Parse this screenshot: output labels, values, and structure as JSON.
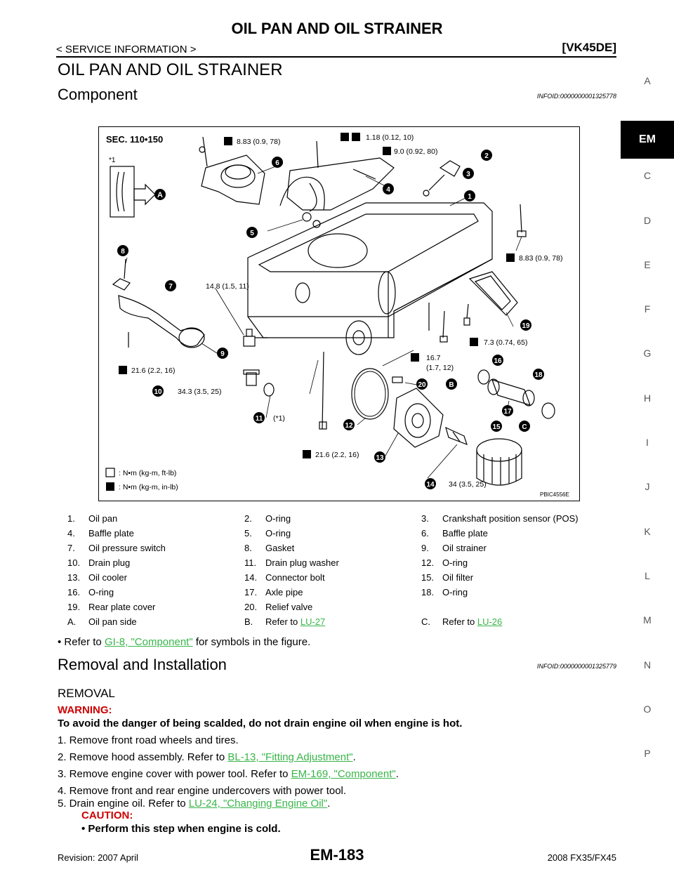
{
  "header": {
    "title": "OIL PAN AND OIL STRAINER",
    "section": "< SERVICE INFORMATION >",
    "engine": "[VK45DE]"
  },
  "page_heading": "OIL PAN AND OIL STRAINER",
  "component": {
    "heading": "Component",
    "infoid": "INFOID:0000000001325778"
  },
  "side_index": [
    "A",
    "EM",
    "C",
    "D",
    "E",
    "F",
    "G",
    "H",
    "I",
    "J",
    "K",
    "L",
    "M",
    "N",
    "O",
    "P"
  ],
  "figure": {
    "sec_label": "SEC. 110•150",
    "star_note": "*1",
    "star_note_ref": "(*1)",
    "code": "PBIC4556E",
    "legend_nm": ": N•m (kg-m, ft-lb)",
    "legend_nm_in": ": N•m (kg-m, in-lb)",
    "torques": {
      "t1": "8.83 (0.9, 78)",
      "t2": "1.18 (0.12, 10)",
      "t3": "9.0 (0.92, 80)",
      "t4": "8.83 (0.9, 78)",
      "t5": "14.8 (1.5, 11)",
      "t6": "7.3 (0.74, 65)",
      "t7a": "16.7",
      "t7b": "(1.7, 12)",
      "t8": "21.6 (2.2, 16)",
      "t9": "34.3 (3.5, 25)",
      "t10": "21.6 (2.2, 16)",
      "t11": "34 (3.5, 25)"
    },
    "callouts": [
      "1",
      "2",
      "3",
      "4",
      "5",
      "6",
      "7",
      "8",
      "9",
      "10",
      "11",
      "12",
      "13",
      "14",
      "15",
      "16",
      "17",
      "18",
      "19",
      "20"
    ],
    "letters": [
      "A",
      "B",
      "C"
    ]
  },
  "parts": [
    [
      {
        "n": "1.",
        "t": "Oil pan"
      },
      {
        "n": "2.",
        "t": "O-ring"
      },
      {
        "n": "3.",
        "t": "Crankshaft position sensor (POS)"
      }
    ],
    [
      {
        "n": "4.",
        "t": "Baffle plate"
      },
      {
        "n": "5.",
        "t": "O-ring"
      },
      {
        "n": "6.",
        "t": "Baffle plate"
      }
    ],
    [
      {
        "n": "7.",
        "t": "Oil pressure switch"
      },
      {
        "n": "8.",
        "t": "Gasket"
      },
      {
        "n": "9.",
        "t": "Oil strainer"
      }
    ],
    [
      {
        "n": "10.",
        "t": "Drain plug"
      },
      {
        "n": "11.",
        "t": "Drain plug washer"
      },
      {
        "n": "12.",
        "t": "O-ring"
      }
    ],
    [
      {
        "n": "13.",
        "t": "Oil cooler"
      },
      {
        "n": "14.",
        "t": "Connector bolt"
      },
      {
        "n": "15.",
        "t": "Oil filter"
      }
    ],
    [
      {
        "n": "16.",
        "t": "O-ring"
      },
      {
        "n": "17.",
        "t": "Axle pipe"
      },
      {
        "n": "18.",
        "t": "O-ring"
      }
    ],
    [
      {
        "n": "19.",
        "t": "Rear plate cover"
      },
      {
        "n": "20.",
        "t": "Relief valve"
      },
      {
        "n": "",
        "t": ""
      }
    ]
  ],
  "parts_refs": {
    "a_n": "A.",
    "a_t": "Oil pan side",
    "b_n": "B.",
    "b_t": "Refer to ",
    "b_link": "LU-27",
    "c_n": "C.",
    "c_t": "Refer to ",
    "c_link": "LU-26"
  },
  "symbols_note": {
    "pre": "• Refer to ",
    "link": "GI-8, \"Component\"",
    "post": " for symbols in the figure."
  },
  "removal_installation": {
    "heading": "Removal and Installation",
    "infoid": "INFOID:0000000001325779",
    "subheading": "REMOVAL",
    "warning_label": "WARNING:",
    "warning_text": "To avoid the danger of being scalded, do not drain engine oil when engine is hot.",
    "steps": [
      {
        "pre": "1. Remove front road wheels and tires.",
        "link": "",
        "post": ""
      },
      {
        "pre": "2. Remove hood assembly. Refer to ",
        "link": "BL-13, \"Fitting Adjustment\"",
        "post": "."
      },
      {
        "pre": "3. Remove engine cover with power tool. Refer to ",
        "link": "EM-169, \"Component\"",
        "post": "."
      },
      {
        "pre": "4. Remove front and rear engine undercovers with power tool.",
        "link": "",
        "post": ""
      },
      {
        "pre": "5. Drain engine oil. Refer to ",
        "link": "LU-24, \"Changing Engine Oil\"",
        "post": "."
      }
    ],
    "caution_label": "CAUTION:",
    "caution_item": "• Perform this step when engine is cold."
  },
  "footer": {
    "revision": "Revision: 2007 April",
    "page": "EM-183",
    "model": "2008 FX35/FX45"
  }
}
